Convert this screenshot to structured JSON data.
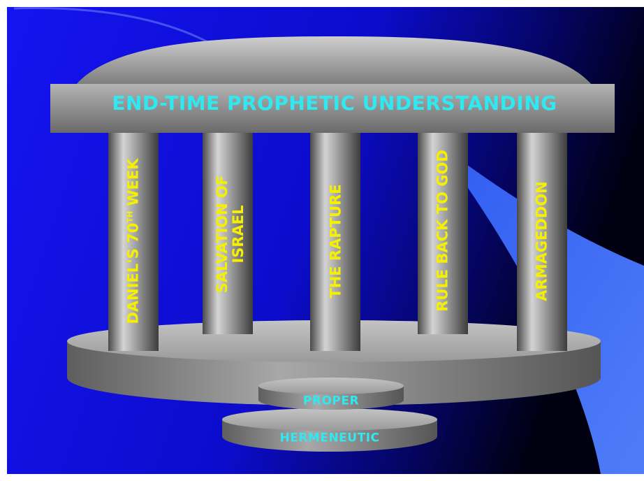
{
  "title": "END-TIME PROPHETIC UNDERSTANDING",
  "pillars": [
    {
      "label": "DANIEL'S 70",
      "sup": "TH",
      "label_end": " WEEK"
    },
    {
      "label": "SALVATION OF",
      "label2": "ISRAEL"
    },
    {
      "label": "THE RAPTURE"
    },
    {
      "label": "RULE BACK TO GOD"
    },
    {
      "label": "ARMAGEDDON"
    }
  ],
  "foundation": {
    "upper_step": "PROPER",
    "lower_step": "HERMENEUTIC"
  },
  "colors": {
    "background_blue": "#1010e8",
    "swoosh_blue": "#3a6cf0",
    "stone_gray": "#9a9a9a",
    "title_cyan": "#2fe8f0",
    "pillar_yellow": "#f5f000"
  }
}
